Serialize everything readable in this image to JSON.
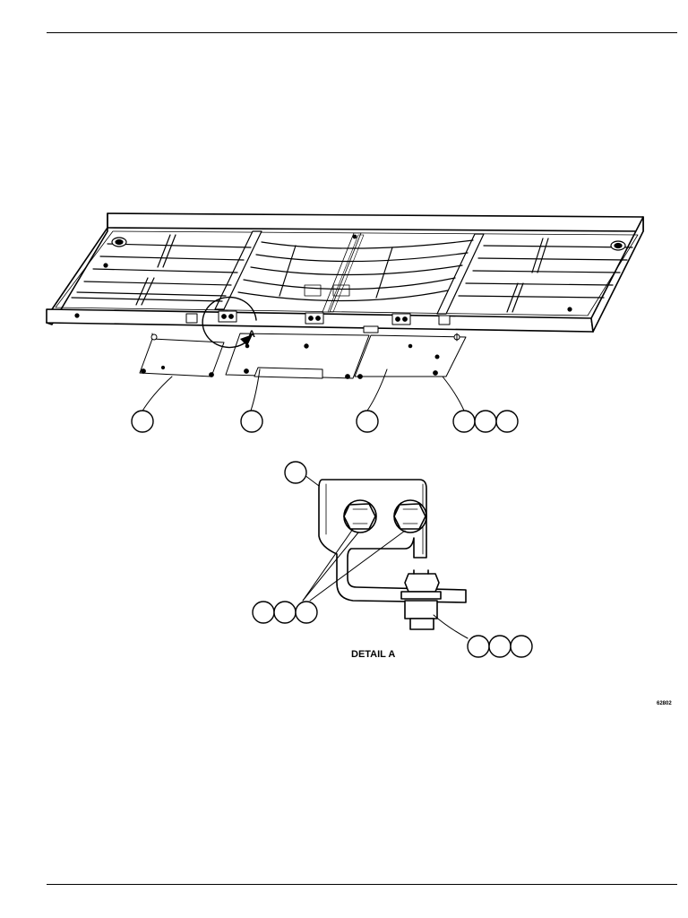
{
  "figure": {
    "detail_marker": "A",
    "detail_caption": "DETAIL A",
    "figure_code": "62802"
  },
  "callouts": {
    "main_view": [
      "",
      "",
      "",
      "",
      "",
      ""
    ],
    "detail_view": [
      "",
      "",
      "",
      "",
      "",
      "",
      ""
    ]
  }
}
